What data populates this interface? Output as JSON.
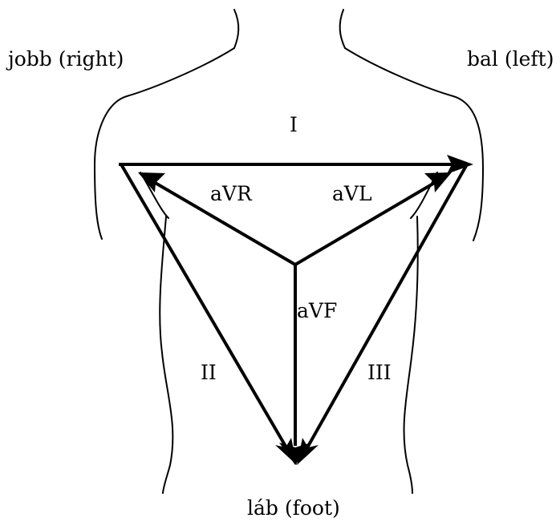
{
  "labels": {
    "right": "jobb (right)",
    "left": "bal (left)",
    "foot": "láb (foot)",
    "lead_I": "I",
    "lead_II": "II",
    "lead_III": "III",
    "aVR": "aVR",
    "aVL": "aVL",
    "aVF": "aVF"
  }
}
